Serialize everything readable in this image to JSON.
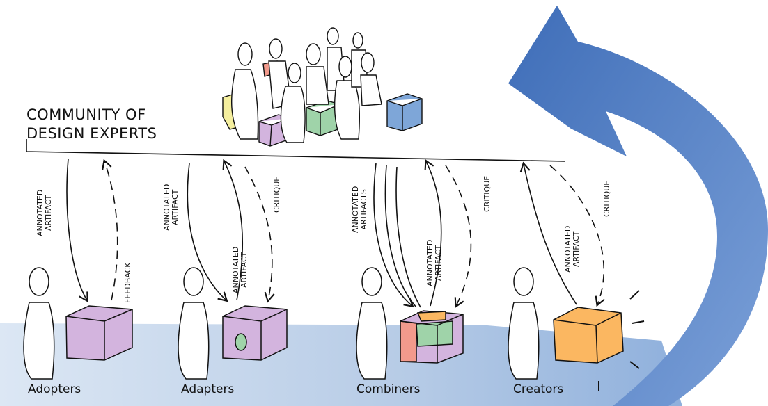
{
  "title": {
    "line1": "COMMUNITY OF",
    "line2": "DESIGN EXPERTS"
  },
  "roles": [
    {
      "name": "Adopters"
    },
    {
      "name": "Adapters"
    },
    {
      "name": "Combiners"
    },
    {
      "name": "Creators"
    }
  ],
  "flow_labels": {
    "annotated": "ANNOTATED",
    "artifact": "ARTIFACT",
    "artifacts": "ARTIFACTS",
    "feedback": "FEEDBACK",
    "critique": "CRITIQUE"
  },
  "colors": {
    "cycle_arrow": "#4a78c0",
    "ground_band": "#c8d8ec",
    "purple_cube": "#d3b4de",
    "green_cube": "#9fd3a9",
    "orange_cube": "#fbb761",
    "red_cube": "#f29a8c",
    "blue_cube": "#7ea6d8",
    "yellow_cube": "#f5ef9e"
  }
}
